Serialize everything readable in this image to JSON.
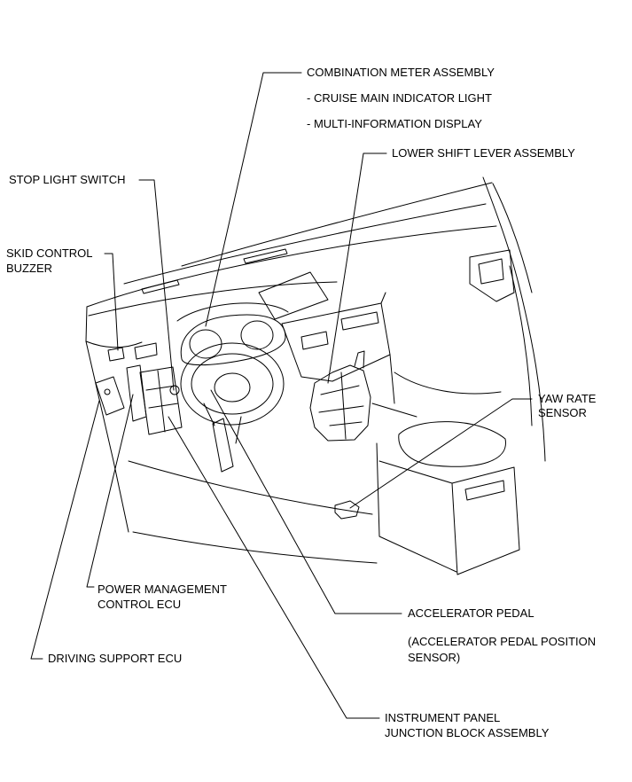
{
  "colors": {
    "line": "#000000",
    "background": "#ffffff"
  },
  "callouts": {
    "combination_meter": {
      "title": "COMBINATION METER ASSEMBLY",
      "items": [
        "- CRUISE MAIN INDICATOR LIGHT",
        "- MULTI-INFORMATION DISPLAY"
      ]
    },
    "lower_shift_lever": {
      "lines": [
        "LOWER SHIFT LEVER ASSEMBLY"
      ]
    },
    "stop_light_switch": {
      "lines": [
        "STOP LIGHT SWITCH"
      ]
    },
    "skid_control_buzzer": {
      "lines": [
        "SKID CONTROL",
        "BUZZER"
      ]
    },
    "yaw_rate_sensor": {
      "lines": [
        "YAW RATE",
        "SENSOR"
      ]
    },
    "power_management_ecu": {
      "lines": [
        "POWER MANAGEMENT",
        "CONTROL ECU"
      ]
    },
    "accelerator_pedal": {
      "title": "ACCELERATOR PEDAL",
      "note": [
        "(ACCELERATOR PEDAL POSITION",
        "SENSOR)"
      ]
    },
    "driving_support_ecu": {
      "lines": [
        "DRIVING SUPPORT ECU"
      ]
    },
    "junction_block": {
      "lines": [
        "INSTRUMENT PANEL",
        "JUNCTION BLOCK ASSEMBLY"
      ]
    }
  }
}
